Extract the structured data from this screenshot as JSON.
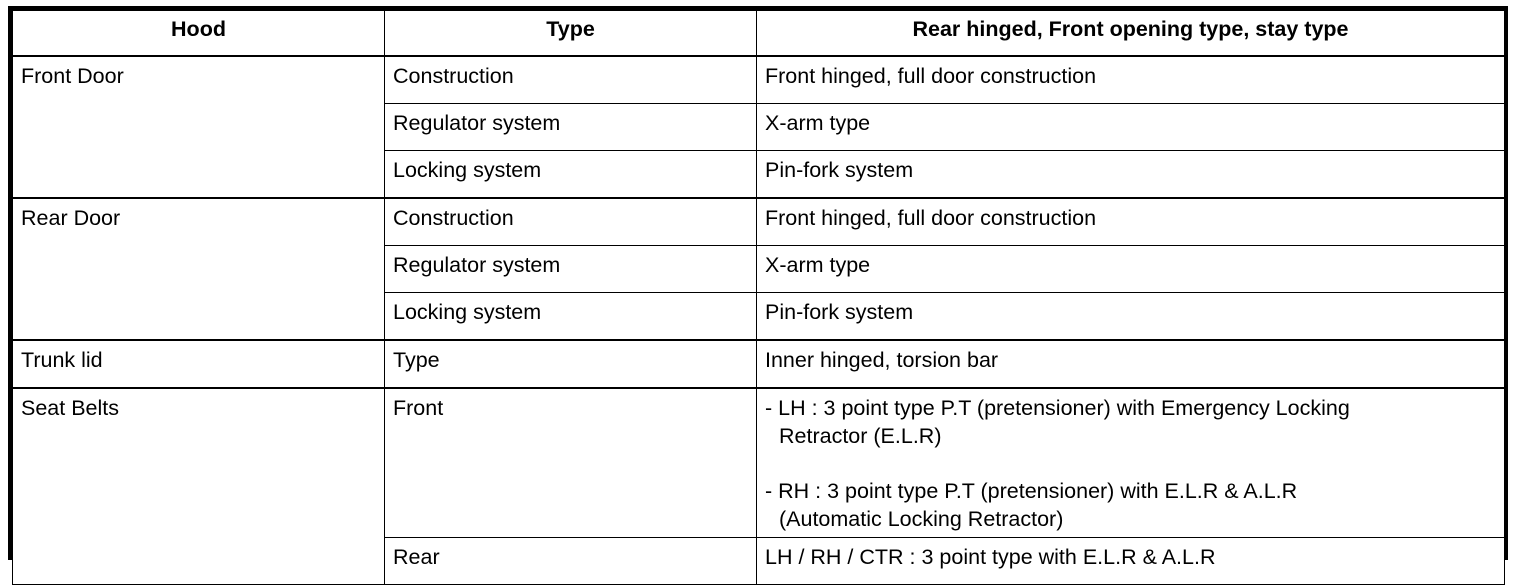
{
  "table": {
    "headers": {
      "col1": "Hood",
      "col2": "Type",
      "col3": "Rear hinged, Front opening type, stay type"
    },
    "groups": [
      {
        "label": "Front Door",
        "rows": [
          {
            "sub": "Construction",
            "value": "Front hinged, full door construction"
          },
          {
            "sub": "Regulator system",
            "value": "X-arm type"
          },
          {
            "sub": "Locking system",
            "value": "Pin-fork system"
          }
        ]
      },
      {
        "label": "Rear Door",
        "rows": [
          {
            "sub": "Construction",
            "value": "Front hinged, full door construction"
          },
          {
            "sub": "Regulator system",
            "value": "X-arm type"
          },
          {
            "sub": "Locking system",
            "value": "Pin-fork system"
          }
        ]
      },
      {
        "label": "Trunk lid",
        "rows": [
          {
            "sub": "Type",
            "value": "Inner hinged, torsion bar"
          }
        ]
      },
      {
        "label": "Seat Belts",
        "rows": [
          {
            "sub": "Front",
            "value_line_1": "-  LH : 3 point type P.T (pretensioner) with Emergency Locking\nRetractor (E.L.R)",
            "value_line_2": "-  RH : 3 point type P.T (pretensioner) with E.L.R & A.L.R\n(Automatic Locking Retractor)"
          },
          {
            "sub": "Rear",
            "value": "LH / RH / CTR : 3 point type with E.L.R & A.L.R"
          }
        ]
      }
    ]
  }
}
